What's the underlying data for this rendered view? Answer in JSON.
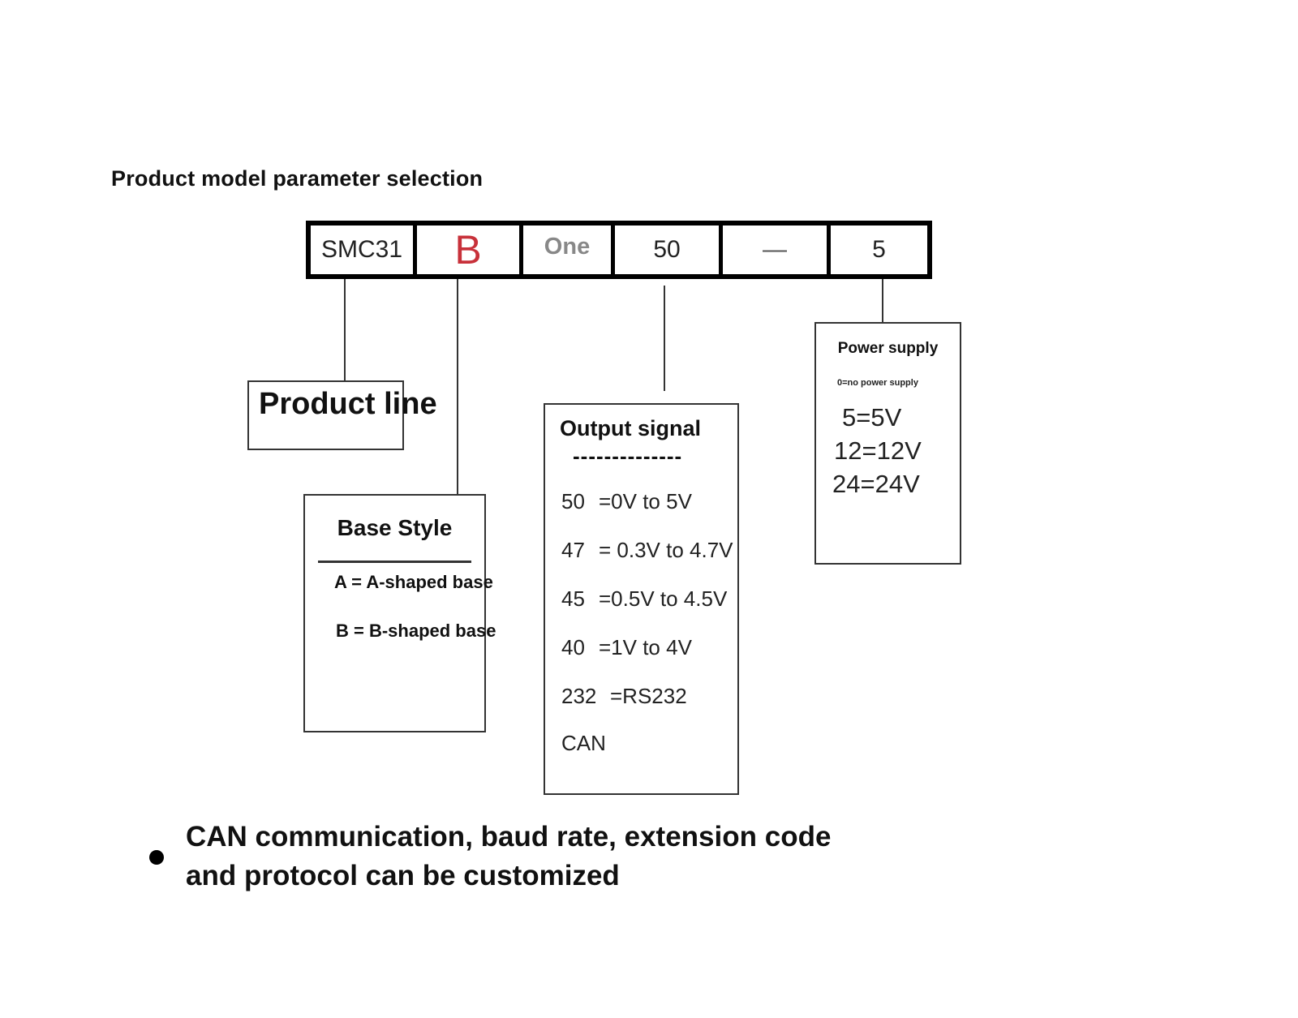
{
  "title": "Product model parameter selection",
  "model_code": {
    "segments": [
      "SMC31",
      "B",
      "One",
      "50",
      "—",
      "5"
    ],
    "highlight_color": "#c8313a"
  },
  "product_line": {
    "label": "Product line"
  },
  "base_style": {
    "title": "Base Style",
    "options": [
      "A = A-shaped base",
      "B = B-shaped base"
    ]
  },
  "output_signal": {
    "title": "Output signal",
    "separator": "--------------",
    "rows": [
      {
        "code": "50",
        "desc": "=0V to 5V"
      },
      {
        "code": "47",
        "desc": "= 0.3V to 4.7V"
      },
      {
        "code": "45",
        "desc": "=0.5V to 4.5V"
      },
      {
        "code": "40",
        "desc": "=1V to 4V"
      },
      {
        "code": "232",
        "desc": "=RS232"
      },
      {
        "code": "CAN",
        "desc": ""
      }
    ]
  },
  "power_supply": {
    "title": "Power supply",
    "subtitle": "0=no power supply",
    "options": [
      "5=5V",
      "12=12V",
      "24=24V"
    ]
  },
  "note": {
    "line1": "CAN communication, baud rate, extension code",
    "line2": "and protocol can be customized"
  }
}
